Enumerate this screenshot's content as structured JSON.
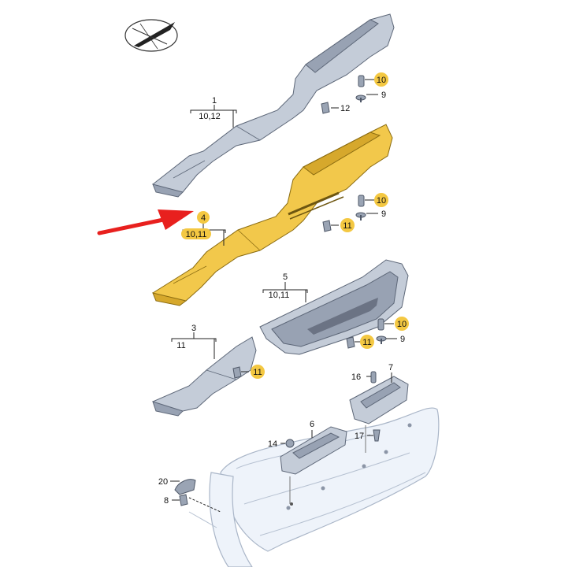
{
  "colors": {
    "highlight": "#f2c84b",
    "callout_badge": "#f4c842",
    "arrow": "#e8201e",
    "part_grey": "#c4ccd8"
  },
  "icons": {
    "orientation_badge": "car-orientation-icon",
    "pointer": "red-arrow-icon"
  },
  "labels": {
    "p1": "1",
    "p1_sub": "10,12",
    "p4": "4",
    "p4_sub": "10,11",
    "p3": "3",
    "p3_sub": "11",
    "p5": "5",
    "p5_sub": "10,11",
    "p6": "6",
    "p7": "7",
    "p8": "8",
    "p9a": "9",
    "p9b": "9",
    "p9c": "9",
    "p10a": "10",
    "p10b": "10",
    "p10c": "10",
    "p11a": "11",
    "p11b": "11",
    "p11c": "11",
    "p12": "12",
    "p14": "14",
    "p16": "16",
    "p17": "17",
    "p20": "20"
  }
}
